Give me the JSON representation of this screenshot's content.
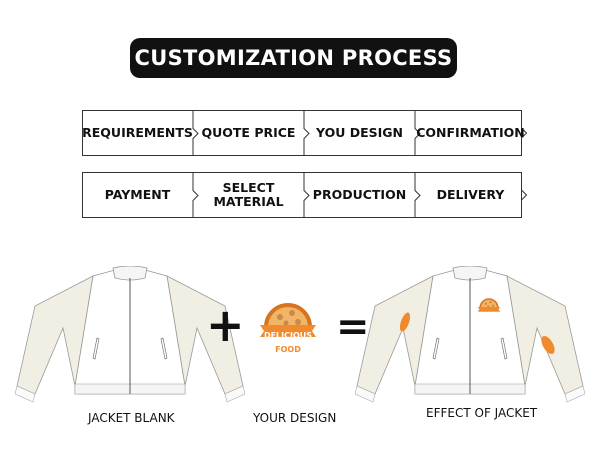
{
  "title": "CUSTOMIZATION PROCESS",
  "steps_row1": [
    "REQUIREMENTS",
    "QUOTE PRICE",
    "YOU DESIGN",
    "CONFIRMATION"
  ],
  "steps_row2": [
    "PAYMENT",
    "SELECT MATERIAL",
    "PRODUCTION",
    "DELIVERY"
  ],
  "equation": {
    "jacket_blank_label": "JACKET BLANK",
    "your_design_label": "YOUR DESIGN",
    "effect_label": "EFFECT OF JACKET",
    "logo_text_1": "DELICIOUS",
    "logo_text_2": "FOOD"
  },
  "colors": {
    "orange": "#f08a2c",
    "sleeve": "#f1efe3",
    "title_bg": "#111111"
  }
}
